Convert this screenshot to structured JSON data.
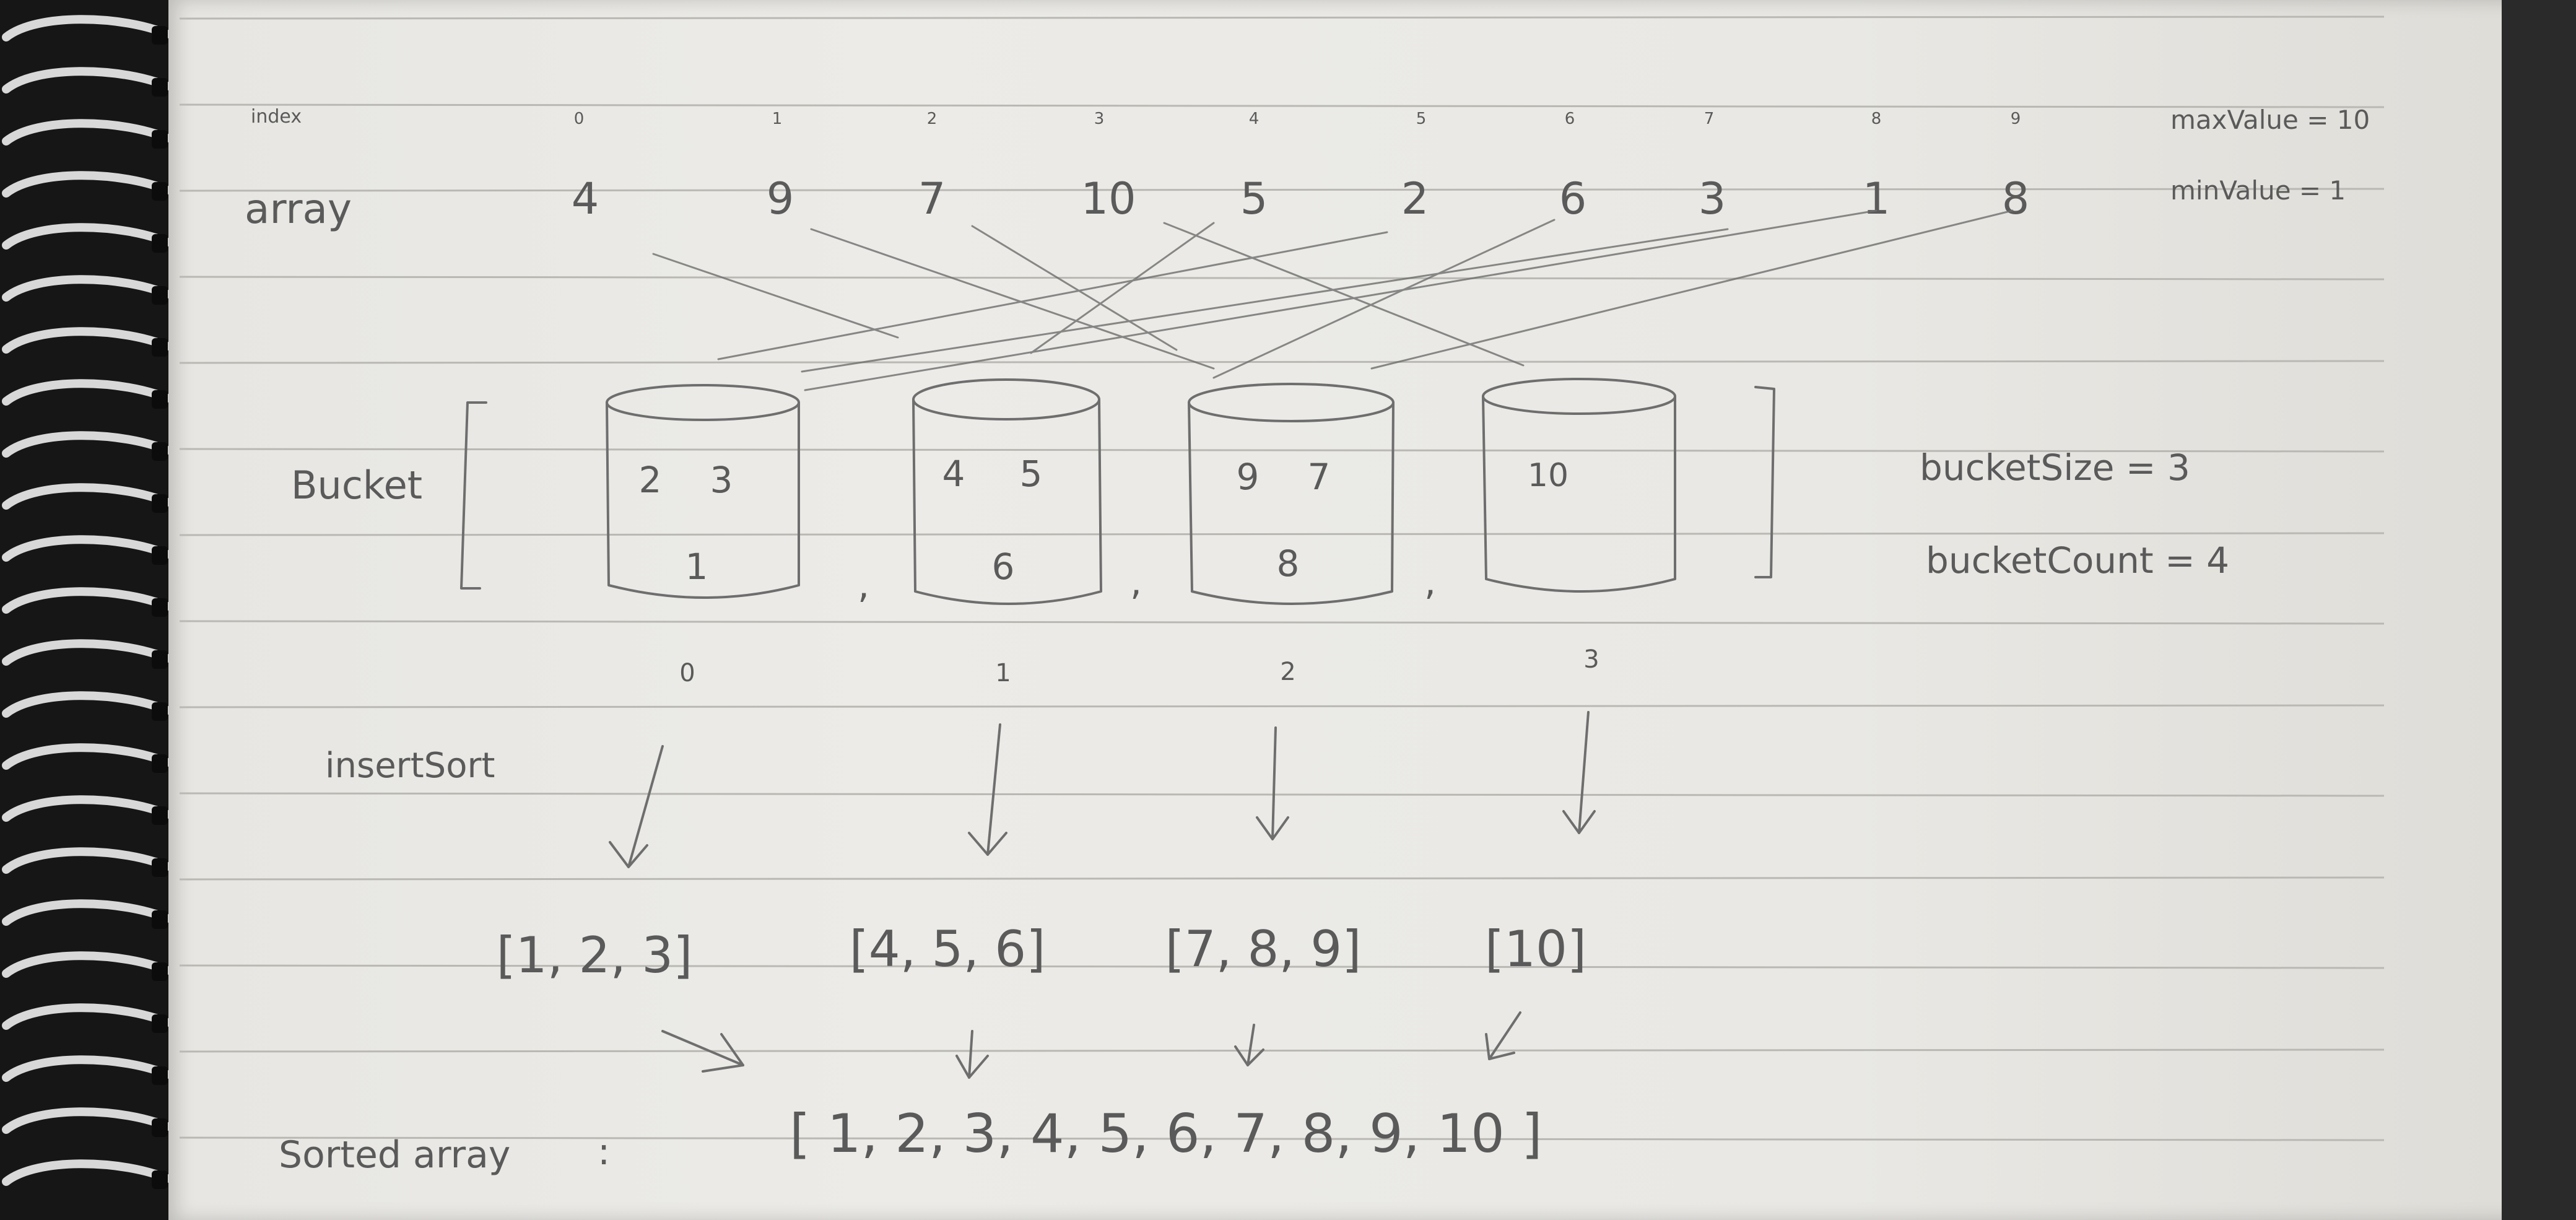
{
  "labels": {
    "index": "index",
    "array": "array",
    "bucket": "Bucket",
    "insert_sort": "insertSort",
    "sorted_array": "Sorted array",
    "sorted_array_colon": ":",
    "max_value": "maxValue = 10",
    "min_value": "minValue = 1",
    "bucket_size": "bucketSize = 3",
    "bucket_count": "bucketCount = 4"
  },
  "index_row": [
    "0",
    "1",
    "2",
    "3",
    "4",
    "5",
    "6",
    "7",
    "8",
    "9"
  ],
  "array_row": [
    "4",
    "9",
    "7",
    "10",
    "5",
    "2",
    "6",
    "3",
    "1",
    "8"
  ],
  "buckets": [
    {
      "index": "0",
      "top": [
        "2",
        "3"
      ],
      "bottom": "1"
    },
    {
      "index": "1",
      "top": [
        "4",
        "5"
      ],
      "bottom": "6"
    },
    {
      "index": "2",
      "top": [
        "9",
        "7"
      ],
      "bottom": "8"
    },
    {
      "index": "3",
      "top": [
        "10"
      ],
      "bottom": ""
    }
  ],
  "bucket_brackets": {
    "open": "[",
    "close": "]",
    "separator": ","
  },
  "sorted_buckets": [
    "[1, 2, 3]",
    "[4, 5, 6]",
    "[7, 8, 9]",
    "[10]"
  ],
  "sorted_array": "[ 1, 2, 3, 4, 5, 6, 7, 8, 9, 10 ]"
}
